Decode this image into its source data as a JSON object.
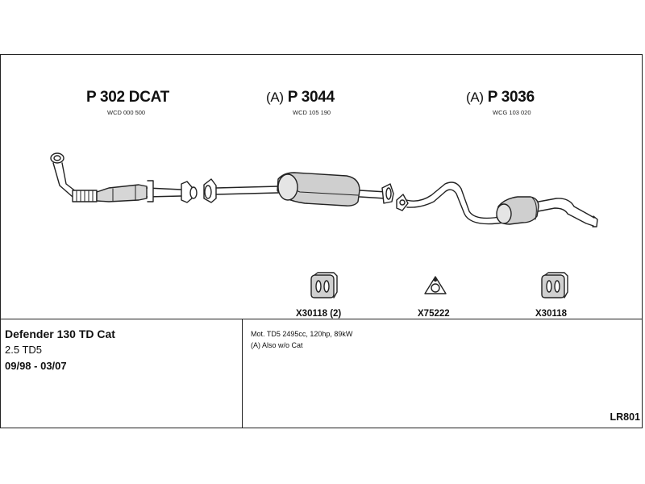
{
  "parts": [
    {
      "prefix": "",
      "number": "P 302 DCAT",
      "code": "WCD 000 500"
    },
    {
      "prefix": "(A)",
      "number": "P 3044",
      "code": "WCD 105 190"
    },
    {
      "prefix": "(A)",
      "number": "P 3036",
      "code": "WCG 103 020"
    }
  ],
  "accessories": [
    {
      "label": "X30118 (2)",
      "icon": "rubber-hanger-icon"
    },
    {
      "label": "X75222",
      "icon": "gasket-icon"
    },
    {
      "label": "X30118",
      "icon": "rubber-hanger-icon"
    }
  ],
  "vehicle": {
    "model": "Defender 130 TD Cat",
    "engine": "2.5 TD5",
    "years": "09/98 - 03/07"
  },
  "notes": {
    "line1": "Mot. TD5 2495cc, 120hp, 89kW",
    "line2": "(A) Also w/o Cat"
  },
  "reference": "LR801",
  "colors": {
    "line": "#222222",
    "shade": "#bdbdbd",
    "background": "#ffffff"
  }
}
